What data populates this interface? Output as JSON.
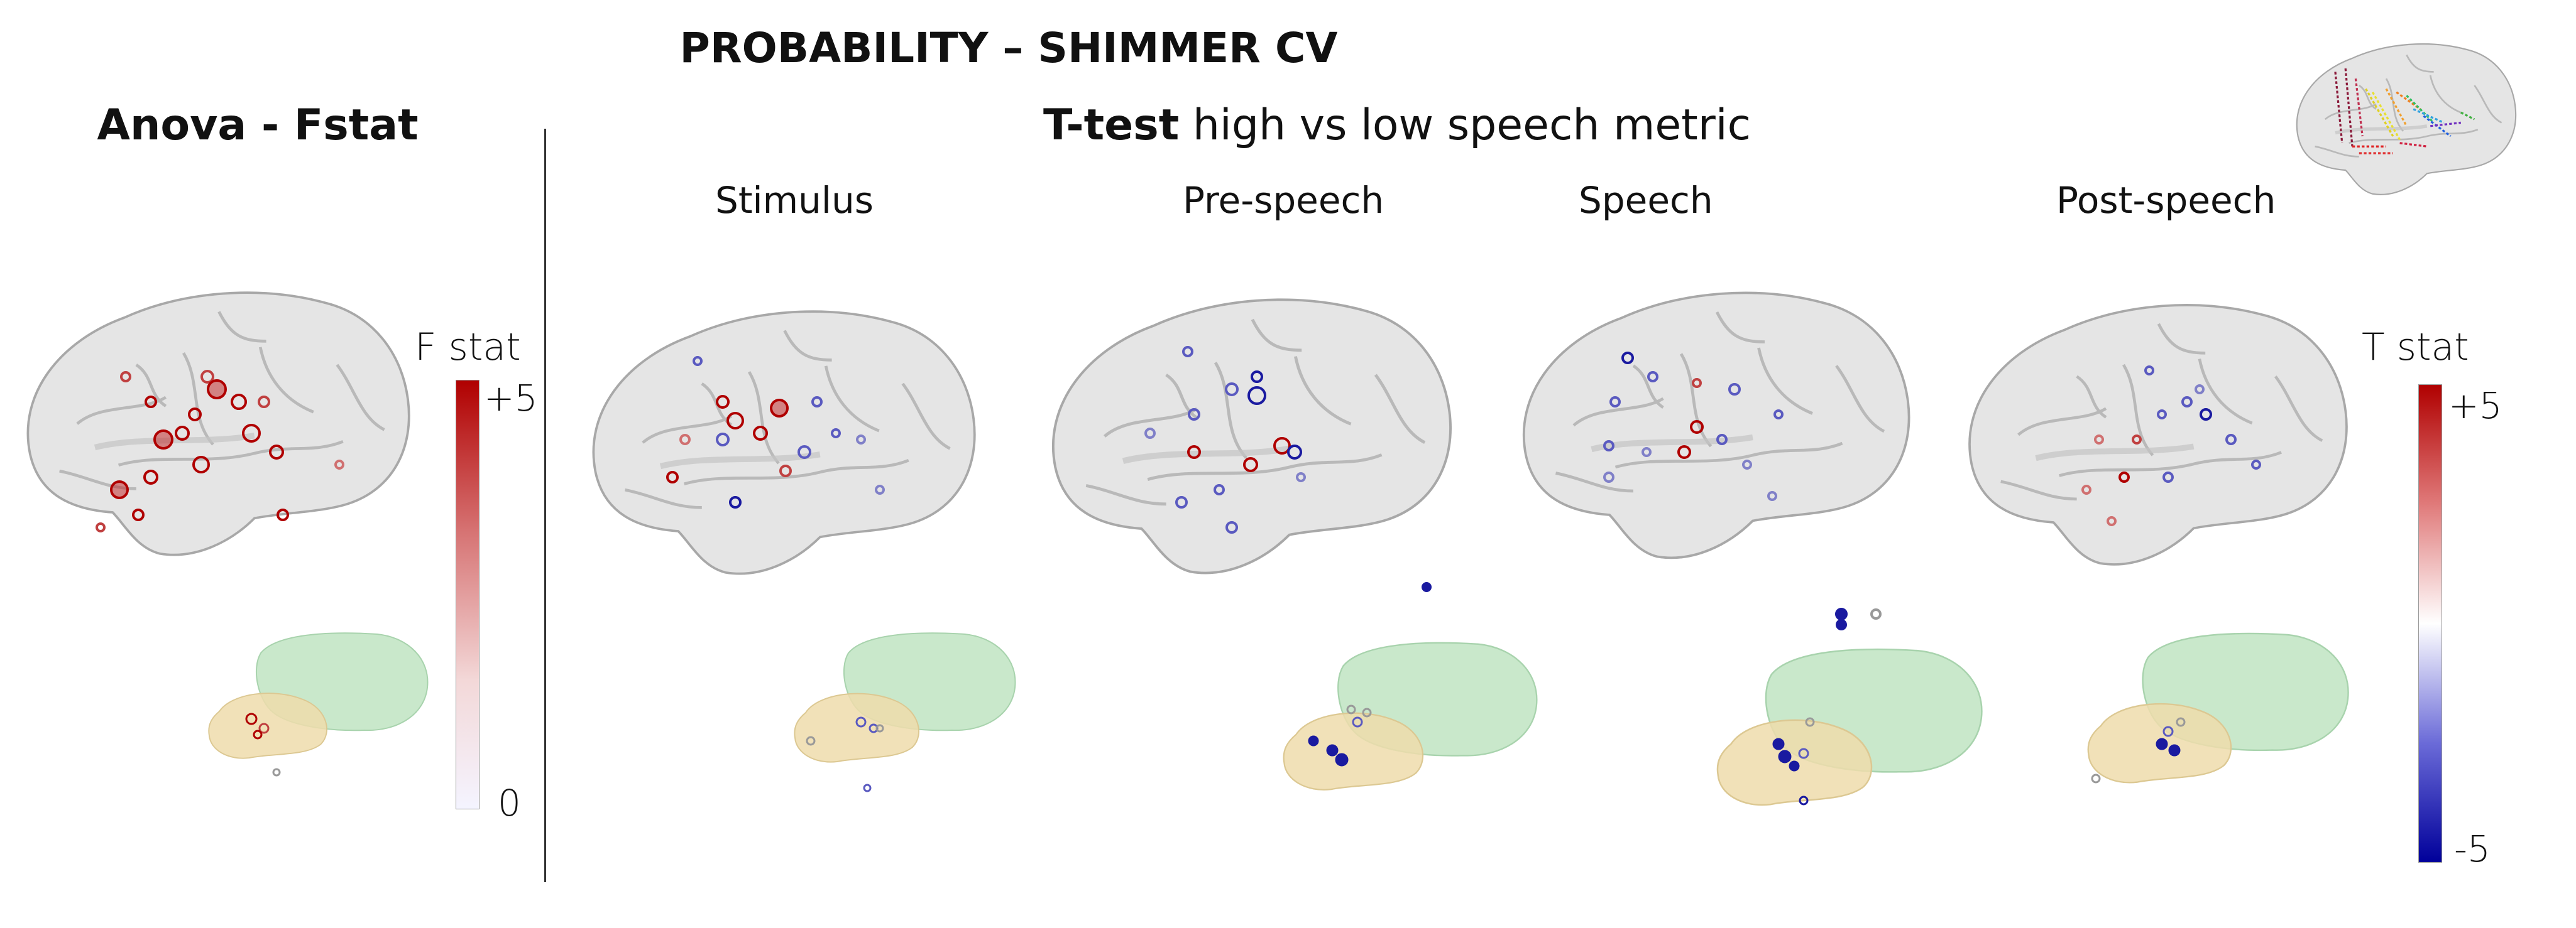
{
  "title": "PROBABILITY – SHIMMER CV",
  "left_panel": {
    "title": "Anova - Fstat"
  },
  "right_panel": {
    "title_bold": "T-test",
    "title_rest": " high vs low speech metric",
    "conditions": [
      "Stimulus",
      "Pre-speech",
      "Speech",
      "Post-speech"
    ]
  },
  "colorbars": {
    "f": {
      "title": "F stat",
      "max_label": "+5",
      "min_label": "0",
      "max_color": "#b00000",
      "min_color": "#f4f4ff"
    },
    "t": {
      "title": "T stat",
      "max_label": "+5",
      "min_label": "-5",
      "max_color": "#b00000",
      "min_color": "#00009a"
    }
  },
  "colors": {
    "positive": "#b00000",
    "negative": "#1a1aa0",
    "neutral": "#9a9a9a",
    "brain": "#d9d9d9",
    "green_region": "#b9e3bd",
    "tan_region": "#ecd9a8"
  }
}
